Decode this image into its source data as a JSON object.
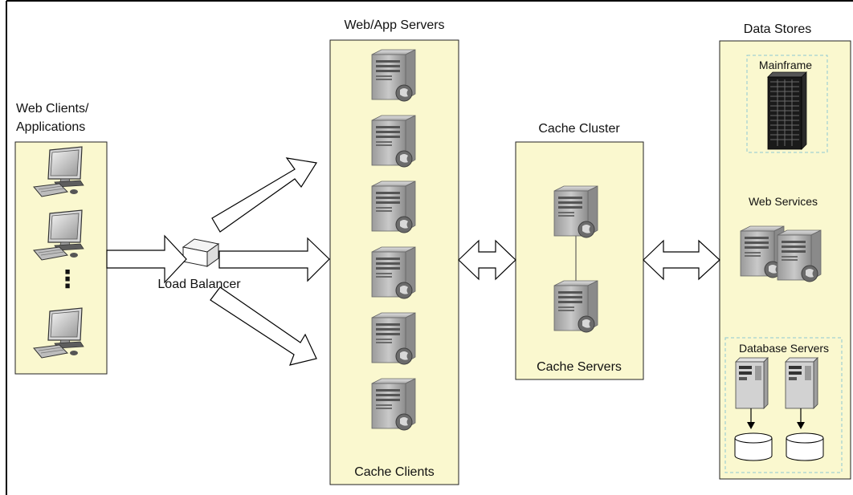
{
  "diagram": {
    "colors": {
      "panel_fill": "#faf8cf",
      "frame_border": "#000000",
      "server_body": "#b5b5b5",
      "inner_box_dash": "#8fc7d3"
    },
    "groups": {
      "web_clients": {
        "title_line1": "Web Clients/",
        "title_line2": "Applications",
        "ellipsis": "⋮"
      },
      "load_balancer": {
        "label": "Load Balancer"
      },
      "web_app_servers": {
        "title": "Web/App Servers",
        "footer": "Cache Clients"
      },
      "cache_cluster": {
        "title": "Cache Cluster",
        "footer": "Cache Servers"
      },
      "data_stores": {
        "title": "Data Stores",
        "mainframe": "Mainframe",
        "web_services": "Web Services",
        "database_servers": "Database Servers"
      }
    },
    "icons": {
      "client": "desktop-computer-icon",
      "server": "tower-server-icon",
      "mainframe": "mainframe-rack-icon",
      "database": "database-cylinder-icon",
      "load_balancer": "load-balancer-box-icon"
    }
  }
}
